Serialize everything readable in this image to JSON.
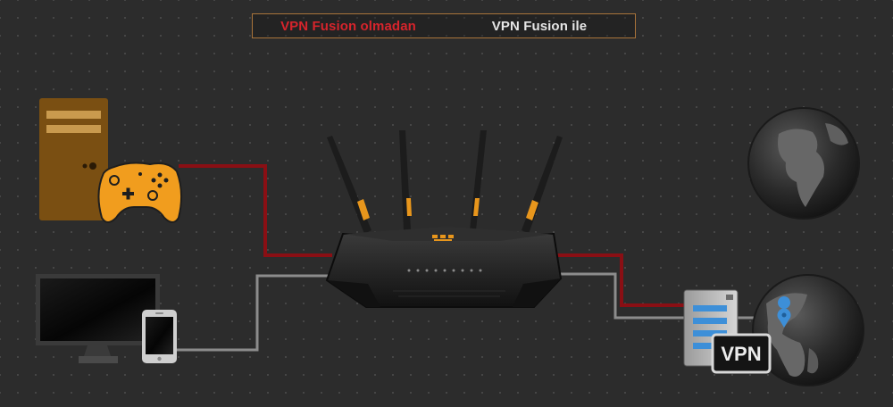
{
  "toggle": {
    "option_without": "VPN Fusion olmadan",
    "option_with": "VPN Fusion ile",
    "active_option": "without"
  },
  "server": {
    "badge_label": "VPN"
  },
  "colors": {
    "background": "#2c2c2c",
    "red_line": "#8a0f14",
    "gray_line": "#8c8c8c",
    "accent_orange": "#e8961c",
    "active_text": "#d6242c",
    "inactive_text": "#e6e6e6",
    "toggle_border": "#a9743a",
    "server_stripe": "#3d8fd8"
  },
  "icons": {
    "desktop_tower": "computer-tower-icon",
    "gamepad": "gamepad-icon",
    "monitor": "monitor-icon",
    "phone": "smartphone-icon",
    "router": "router-icon",
    "globe_top": "globe-icon",
    "globe_bottom": "globe-icon",
    "server": "server-icon",
    "location_pin": "location-pin-icon"
  }
}
